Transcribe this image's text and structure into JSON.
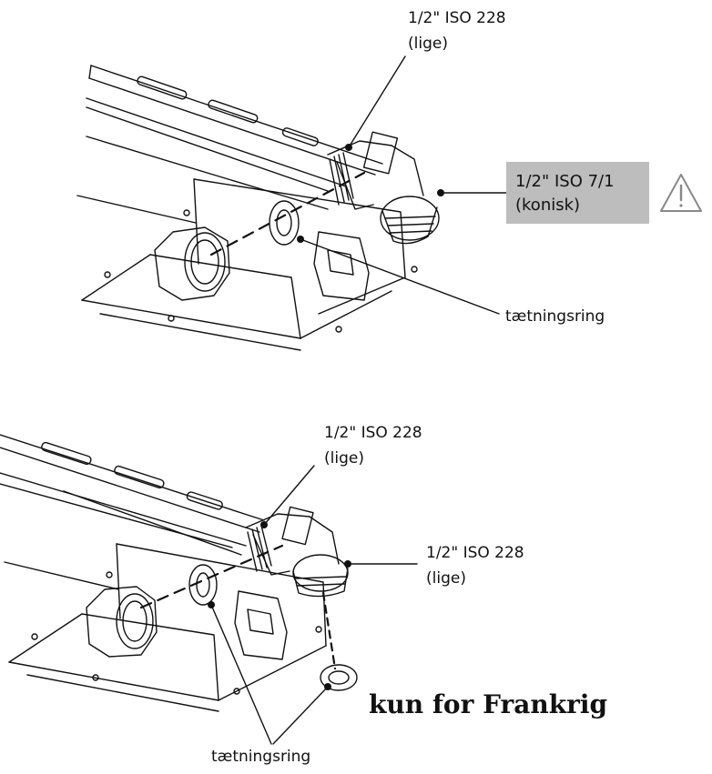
{
  "top_diagram": {
    "fitting_label_line1": "1/2\"  ISO 228",
    "fitting_label_line2": "(lige)",
    "warning_label_line1": "1/2\"  ISO 7/1",
    "warning_label_line2": "(konisk)",
    "seal_label": "tætningsring"
  },
  "bottom_diagram": {
    "fitting_label_line1": "1/2\"  ISO 228",
    "fitting_label_line2": "(lige)",
    "outlet_label_line1": "1/2\"  ISO 228",
    "outlet_label_line2": "(lige)",
    "note": "kun for Frankrig",
    "seal_label": "tætningsring"
  },
  "icons": {
    "warning": "warning-triangle-icon"
  },
  "colors": {
    "line": "#111111",
    "warning_box": "#bdbdbd",
    "warning_icon": "#888888"
  }
}
